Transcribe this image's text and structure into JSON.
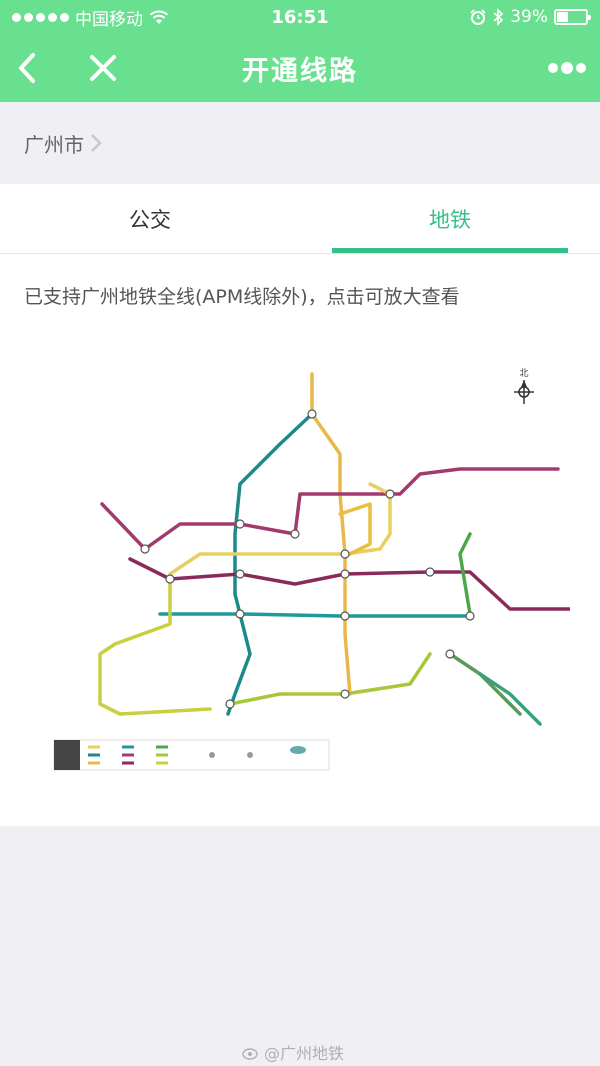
{
  "status_bar": {
    "carrier": "中国移动",
    "time": "16:51",
    "battery": "39%",
    "battery_level": 0.39
  },
  "navbar": {
    "title": "开通线路",
    "icons": [
      "back-chevron-icon",
      "close-icon",
      "more-dots-icon"
    ]
  },
  "city": {
    "label": "广州市"
  },
  "tabs": [
    {
      "label": "公交",
      "active": false
    },
    {
      "label": "地铁",
      "active": true
    }
  ],
  "notice": "已支持广州地铁全线(APM线除外)，点击可放大查看",
  "map": {
    "north_label": "北",
    "line_colors": [
      "#e8c25a",
      "#7bb3d9",
      "#1d8a8a",
      "#a33a6e",
      "#c0c840",
      "#5a7fc0",
      "#7fc45a",
      "#d8a040",
      "#8a2a5a"
    ]
  },
  "watermark": "@广州地铁"
}
